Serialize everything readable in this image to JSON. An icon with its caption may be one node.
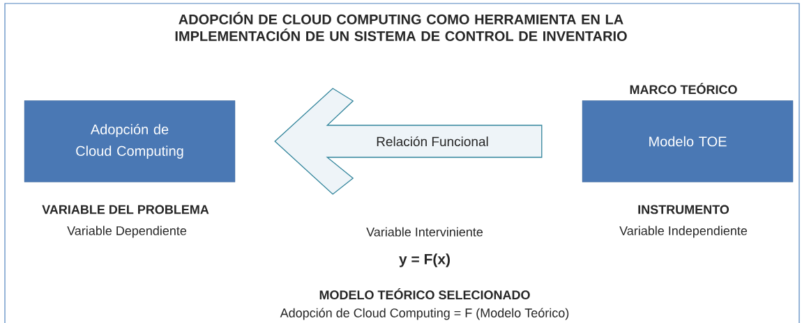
{
  "diagram": {
    "title": "ADOPCIÓN DE CLOUD COMPUTING COMO HERRAMIENTA EN LA IMPLEMENTACIÓN DE UN SISTEMA DE CONTROL DE INVENTARIO",
    "nodes": [
      {
        "text": [
          "Adopción de Cloud Computing"
        ],
        "beside": [
          "VARIABLE DEL PROBLEMA",
          "Variable Dependiente"
        ]
      },
      {
        "text": [
          "Modelo TOE"
        ],
        "beside": [
          "MARCO TEÓRICO",
          "INSTRUMENTO",
          "Variable Independiente"
        ]
      }
    ],
    "edges": [
      {
        "from": 1,
        "to": 0,
        "arrow": "to",
        "label": "Relación Funcional"
      }
    ],
    "labels": [
      "Variable Interviniente",
      "y = F(x)",
      "MODELO TEÓRICO SELECIONADO",
      "Adopción de Cloud Computing = F (Modelo Teórico)"
    ]
  }
}
